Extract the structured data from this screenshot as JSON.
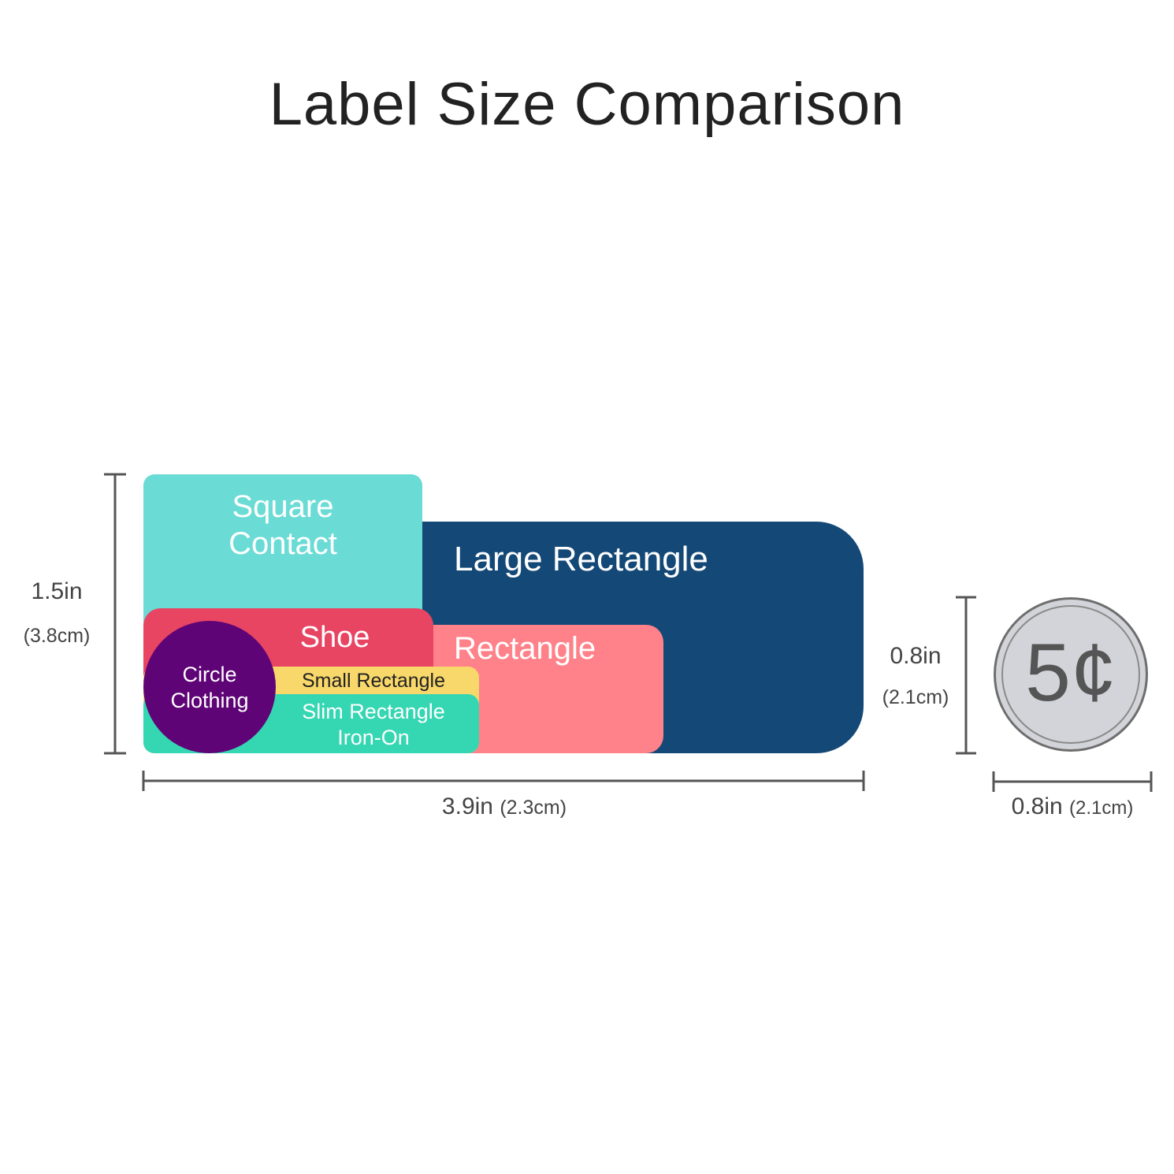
{
  "title": "Label Size Comparison",
  "colors": {
    "square_contact": "#6adbd5",
    "large_rectangle": "#144977",
    "shoe": "#e84563",
    "rectangle": "#ff828a",
    "small_rectangle": "#f9d86b",
    "slim_rectangle": "#35d6b2",
    "circle_clothing": "#5f0477",
    "coin": "#d3d4d9",
    "dimension_lines": "#555555"
  },
  "labels": {
    "square_contact": {
      "line1": "Square",
      "line2": "Contact"
    },
    "large_rectangle": "Large Rectangle",
    "shoe": "Shoe",
    "rectangle": "Rectangle",
    "small_rectangle": "Small Rectangle",
    "slim_rectangle": {
      "line1": "Slim Rectangle",
      "line2": "Iron-On"
    },
    "circle_clothing": {
      "line1": "Circle",
      "line2": "Clothing"
    }
  },
  "dimensions": {
    "labels_height": {
      "inches": "1.5in",
      "cm": "(3.8cm)"
    },
    "labels_width": {
      "inches": "3.9in",
      "cm": "(2.3cm)"
    },
    "coin_height": {
      "inches": "0.8in",
      "cm": "(2.1cm)"
    },
    "coin_width": {
      "inches": "0.8in",
      "cm": "(2.1cm)"
    }
  },
  "coin": {
    "text": "5¢",
    "icon": "nickel-coin-icon"
  }
}
